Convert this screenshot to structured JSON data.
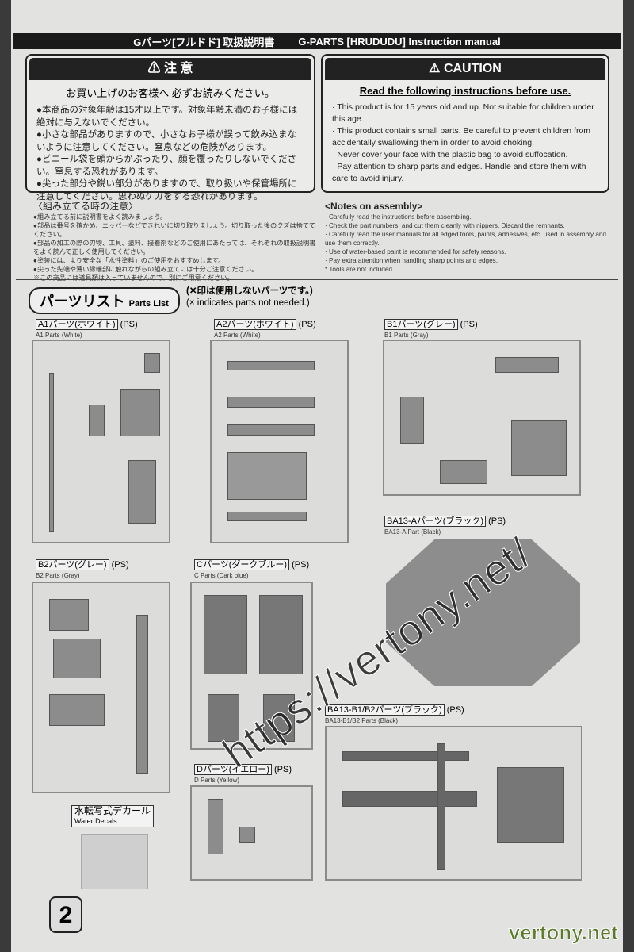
{
  "header": {
    "jp": "Gパーツ[フルドド] 取扱説明書",
    "en": "G-PARTS [HRUDUDU] Instruction manual"
  },
  "caution_jp": {
    "title": "⚠ 注 意",
    "subtitle": "お買い上げのお客様へ 必ずお読みください。",
    "items": [
      "●本商品の対象年齢は15才以上です。対象年齢未満のお子様には絶対に与えないでください。",
      "●小さな部品がありますので、小さなお子様が誤って飲み込まないように注意してください。窒息などの危険があります。",
      "●ビニール袋を頭からかぶったり、顔を覆ったりしないでください。窒息する恐れがあります。",
      "●尖った部分や鋭い部分がありますので、取り扱いや保管場所に注意してください。思わぬケガをする恐れがあります。"
    ]
  },
  "caution_en": {
    "title": "⚠ CAUTION",
    "subtitle": "Read the following instructions before use.",
    "items": [
      "· This product is for 15 years old and up. Not suitable for children under this age.",
      "· This product contains small parts. Be careful to prevent children from accidentally swallowing them in order to avoid choking.",
      "· Never cover your face with the plastic bag to avoid suffocation.",
      "· Pay attention to sharp parts and edges. Handle and store them with care to avoid injury."
    ]
  },
  "notes_jp": {
    "title": "〈組み立てる時の注意〉",
    "items": [
      "●組み立てる前に説明書をよく読みましょう。",
      "●部品は番号を確かめ、ニッパーなどできれいに切り取りましょう。切り取った後のクズは捨ててください。",
      "●部品の加工の際の刃物、工具、塗料、接着剤などのご使用にあたっては、それぞれの取扱説明書をよく読んで正しく使用してください。",
      "●塗装には、より安全な「水性塗料」のご使用をおすすめします。",
      "●尖った先端や薄い縁端部に触れながらの組み立てには十分ご注意ください。",
      "※この商品には道具類は入っていませんので、別にご用意ください。"
    ]
  },
  "notes_en": {
    "title": "<Notes on assembly>",
    "items": [
      "· Carefully read the instructions before assembling.",
      "· Check the part numbers, and cut them cleanly with nippers.  Discard the remnants.",
      "· Carefully read the user manuals for all edged tools, paints, adhesives, etc. used in assembly and use them correctly.",
      "· Use of water-based paint is recommended for safety reasons.",
      "· Pay extra attention when handling sharp points and edges.",
      "* Tools are not included."
    ]
  },
  "parts_list": {
    "title": "パーツリスト",
    "title_en": "Parts List",
    "note_jp": "(✕印は使用しないパーツです。)",
    "note_en": "(× indicates parts not needed.)"
  },
  "parts": {
    "a1": {
      "jp": "A1パーツ(ホワイト)",
      "ps": "(PS)",
      "en": "A1 Parts (White)"
    },
    "a2": {
      "jp": "A2パーツ(ホワイト)",
      "ps": "(PS)",
      "en": "A2 Parts (White)"
    },
    "b1": {
      "jp": "B1パーツ(グレー)",
      "ps": "(PS)",
      "en": "B1 Parts (Gray)"
    },
    "ba13a": {
      "jp": "BA13-Aパーツ(ブラック)",
      "ps": "(PS)",
      "en": "BA13-A Part (Black)"
    },
    "b2": {
      "jp": "B2パーツ(グレー)",
      "ps": "(PS)",
      "en": "B2 Parts (Gray)"
    },
    "c": {
      "jp": "Cパーツ(ダークブルー)",
      "ps": "(PS)",
      "en": "C Parts (Dark blue)"
    },
    "d": {
      "jp": "Dパーツ(イエロー)",
      "ps": "(PS)",
      "en": "D Parts (Yellow)"
    },
    "ba13b": {
      "jp": "BA13-B1/B2パーツ(ブラック)",
      "ps": "(PS)",
      "en": "BA13-B1/B2 Parts (Black)"
    }
  },
  "decals": {
    "jp": "水転写式デカール",
    "en": "Water Decals"
  },
  "page_number": "2",
  "watermark": "https://vertony.net/",
  "watermark2": "vertony.net"
}
